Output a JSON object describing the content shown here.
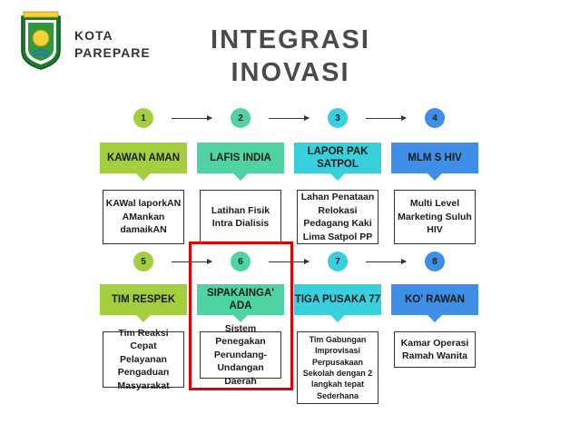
{
  "header": {
    "city_line1": "KOTA",
    "city_line2": "PAREPARE"
  },
  "title": {
    "line1": "INTEGRASI",
    "line2": "INOVASI"
  },
  "colors": {
    "green": "#a3cf3f",
    "mint": "#4fd3a2",
    "cyan": "#38d0dc",
    "blue": "#3f8ee8",
    "highlight": "#e00000"
  },
  "rows": [
    {
      "steps": [
        {
          "num": "1",
          "label": "KAWAN AMAN",
          "desc": "KAWal laporkAN AMankan damaikAN",
          "color": "green"
        },
        {
          "num": "2",
          "label": "LAFIS INDIA",
          "desc": "Latihan Fisik Intra Dialisis",
          "color": "mint"
        },
        {
          "num": "3",
          "label": "LAPOR PAK SATPOL",
          "desc": "Lahan Penataan Relokasi Pedagang Kaki Lima Satpol PP",
          "color": "cyan"
        },
        {
          "num": "4",
          "label": "MLM S HIV",
          "desc": "Multi Level Marketing Suluh HIV",
          "color": "blue"
        }
      ]
    },
    {
      "steps": [
        {
          "num": "5",
          "label": "TIM RESPEK",
          "desc": "Tim Reaksi Cepat Pelayanan Pengaduan Masyarakat",
          "color": "green"
        },
        {
          "num": "6",
          "label": "SIPAKAINGA' ADA",
          "desc": "Sistem Penegakan Perundang-Undangan Daerah",
          "color": "mint"
        },
        {
          "num": "7",
          "label": "TIGA PUSAKA 77",
          "desc": "Tim Gabungan Improvisasi Perpusakaan Sekolah dengan 2 langkah tepat Sederhana",
          "color": "cyan"
        },
        {
          "num": "8",
          "label": "KO' RAWAN",
          "desc": "Kamar Operasi Ramah Wanita",
          "color": "blue"
        }
      ]
    }
  ]
}
